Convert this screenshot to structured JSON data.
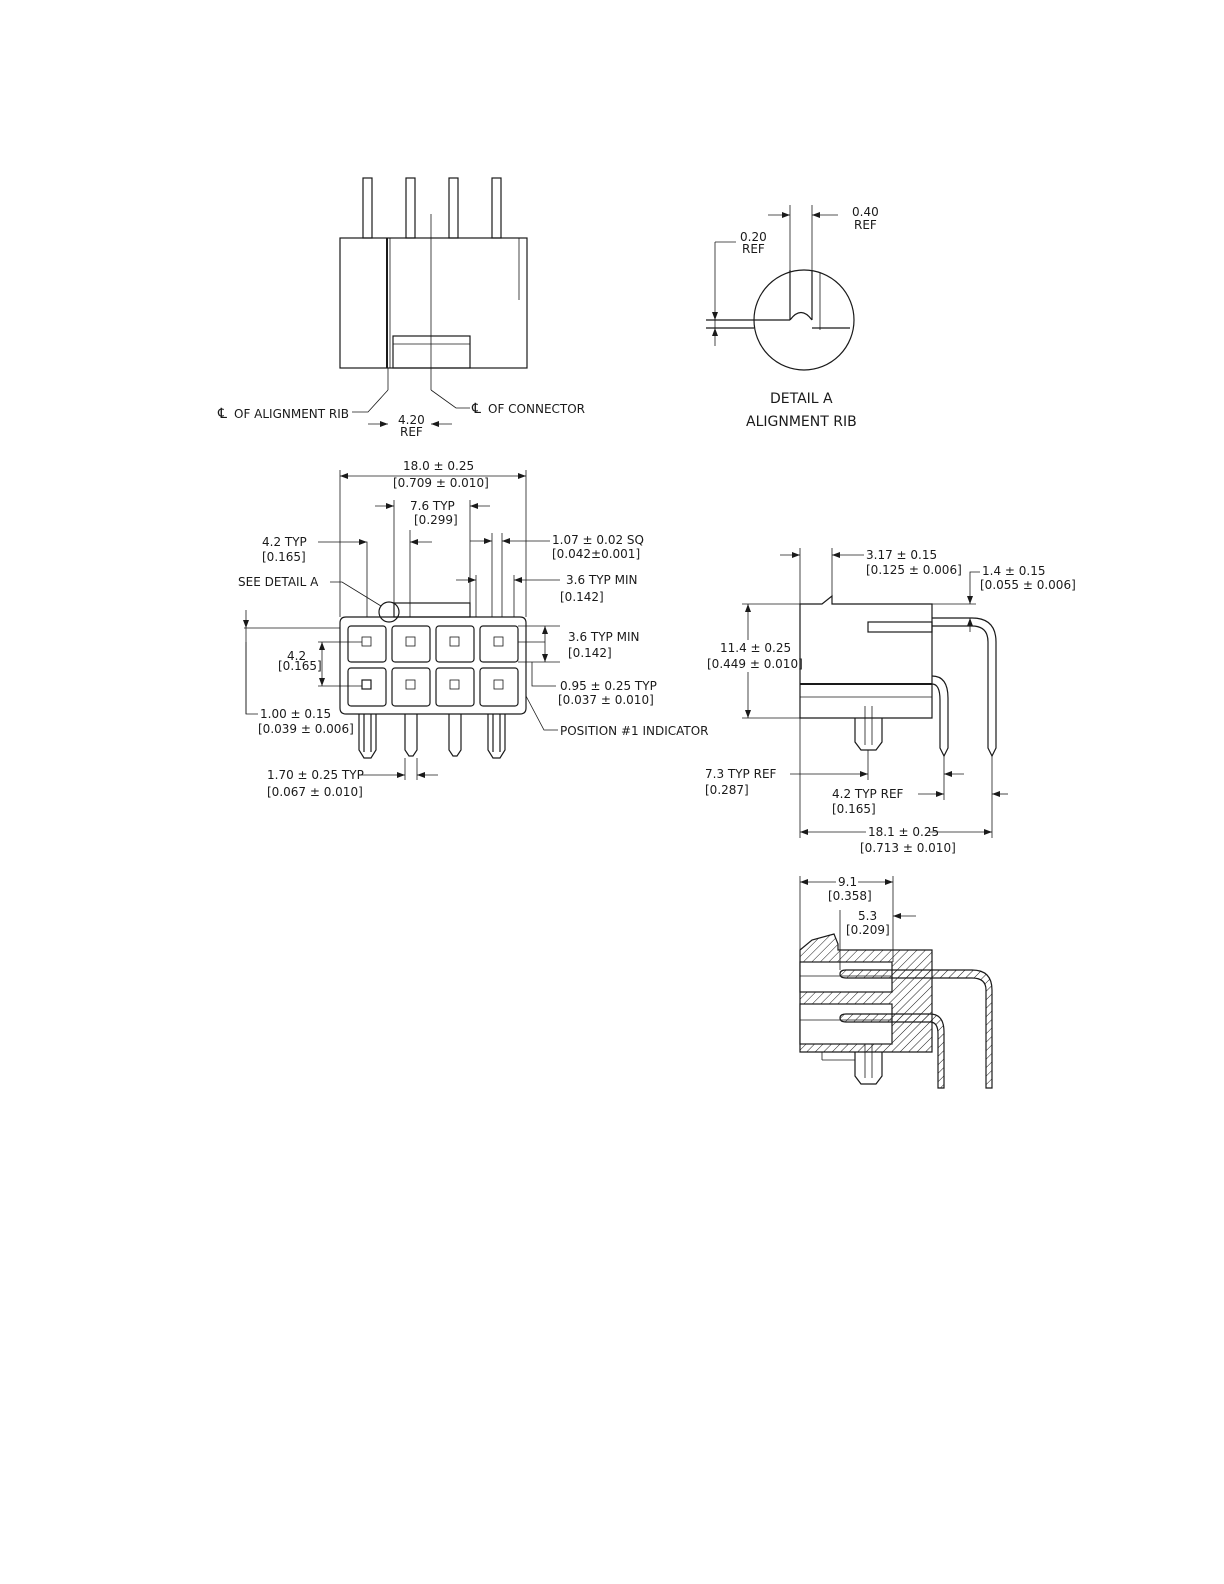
{
  "top_view": {
    "cl_alignment_rib": "OF ALIGNMENT RIB",
    "cl_connector": "OF CONNECTOR",
    "ref_value": "4.20",
    "ref_label": "REF"
  },
  "detail_a": {
    "dim1_value": "0.40",
    "dim1_label": "REF",
    "dim2_value": "0.20",
    "dim2_label": "REF",
    "title": "DETAIL A",
    "subtitle": "ALIGNMENT RIB"
  },
  "front_view": {
    "width": "18.0 ± 0.25",
    "width_in": "[0.709 ± 0.010]",
    "pitch": "7.6  TYP",
    "pitch_in": "[0.299]",
    "col_pitch": "4.2  TYP",
    "col_pitch_in": "[0.165]",
    "pin_size": "1.07 ± 0.02  SQ",
    "pin_size_in": "[0.042±0.001]",
    "see_detail": "SEE  DETAIL  A",
    "min_top": "3.6  TYP  MIN",
    "min_top_in": "[0.142]",
    "min_right": "3.6  TYP  MIN",
    "min_right_in": "[0.142]",
    "row_pitch": "4.2",
    "row_pitch_in": "[0.165]",
    "rib_gap": "0.95 ± 0.25  TYP",
    "rib_gap_in": "[0.037 ± 0.010]",
    "offset": "1.00 ± 0.15",
    "offset_in": "[0.039 ± 0.006]",
    "position_indicator": "POSITION  #1  INDICATOR",
    "tail": "1.70 ± 0.25  TYP",
    "tail_in": "[0.067 ± 0.010]"
  },
  "side_view": {
    "d1": "3.17 ± 0.15",
    "d1_in": "[0.125 ± 0.006]",
    "d2": "1.4 ± 0.15",
    "d2_in": "[0.055 ± 0.006]",
    "height": "11.4 ± 0.25",
    "height_in": "[0.449 ± 0.010]",
    "ref1": "7.3  TYP  REF",
    "ref1_in": "[0.287]",
    "ref2": "4.2  TYP  REF",
    "ref2_in": "[0.165]",
    "length": "18.1 ± 0.25",
    "length_in": "[0.713 ± 0.010]"
  },
  "section_view": {
    "d1": "9.1",
    "d1_in": "[0.358]",
    "d2": "5.3",
    "d2_in": "[0.209]"
  }
}
